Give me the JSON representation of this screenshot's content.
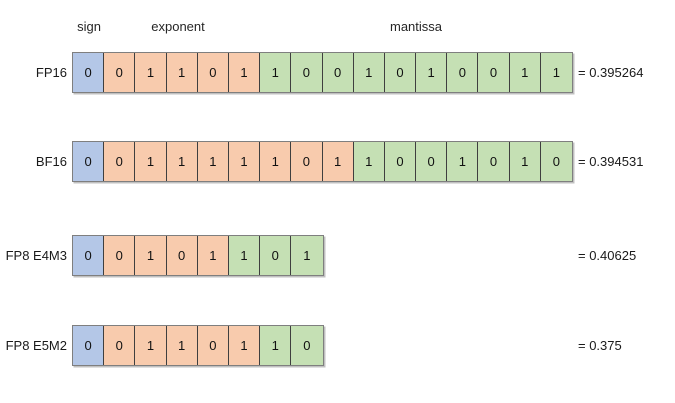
{
  "field_labels": [
    {
      "key": "sign",
      "text": "sign"
    },
    {
      "key": "exponent",
      "text": "exponent"
    },
    {
      "key": "mantissa",
      "text": "mantissa"
    }
  ],
  "colors": {
    "sign": "#b4c7e7",
    "exponent": "#f8cbad",
    "mantissa": "#c5e0b4",
    "border": "#3f3f3f",
    "outline": "#7f7f7f",
    "background": "#ffffff",
    "text": "#1a1a1a"
  },
  "rows": [
    {
      "label": "FP16",
      "total_bits": 16,
      "sign_bits": 1,
      "exponent_bits": 5,
      "mantissa_bits": 10,
      "bits": [
        "0",
        "0",
        "1",
        "1",
        "0",
        "1",
        "1",
        "0",
        "0",
        "1",
        "0",
        "1",
        "0",
        "0",
        "1",
        "1"
      ],
      "sign": "0",
      "exponent": "01101",
      "mantissa": "1001010011",
      "value": "= 0.395264"
    },
    {
      "label": "BF16",
      "total_bits": 16,
      "sign_bits": 1,
      "exponent_bits": 8,
      "mantissa_bits": 7,
      "bits": [
        "0",
        "0",
        "1",
        "1",
        "1",
        "1",
        "1",
        "0",
        "1",
        "1",
        "0",
        "0",
        "1",
        "0",
        "1",
        "0"
      ],
      "sign": "0",
      "exponent": "01111101",
      "mantissa": "1001010",
      "value": "= 0.394531"
    },
    {
      "label": "FP8 E4M3",
      "total_bits": 8,
      "sign_bits": 1,
      "exponent_bits": 4,
      "mantissa_bits": 3,
      "bits": [
        "0",
        "0",
        "1",
        "0",
        "1",
        "1",
        "0",
        "1"
      ],
      "sign": "0",
      "exponent": "0101",
      "mantissa": "101",
      "value": "= 0.40625"
    },
    {
      "label": "FP8 E5M2",
      "total_bits": 8,
      "sign_bits": 1,
      "exponent_bits": 5,
      "mantissa_bits": 2,
      "bits": [
        "0",
        "0",
        "1",
        "1",
        "0",
        "1",
        "1",
        "0"
      ],
      "sign": "0",
      "exponent": "01101",
      "mantissa": "10",
      "value": "= 0.375"
    }
  ]
}
